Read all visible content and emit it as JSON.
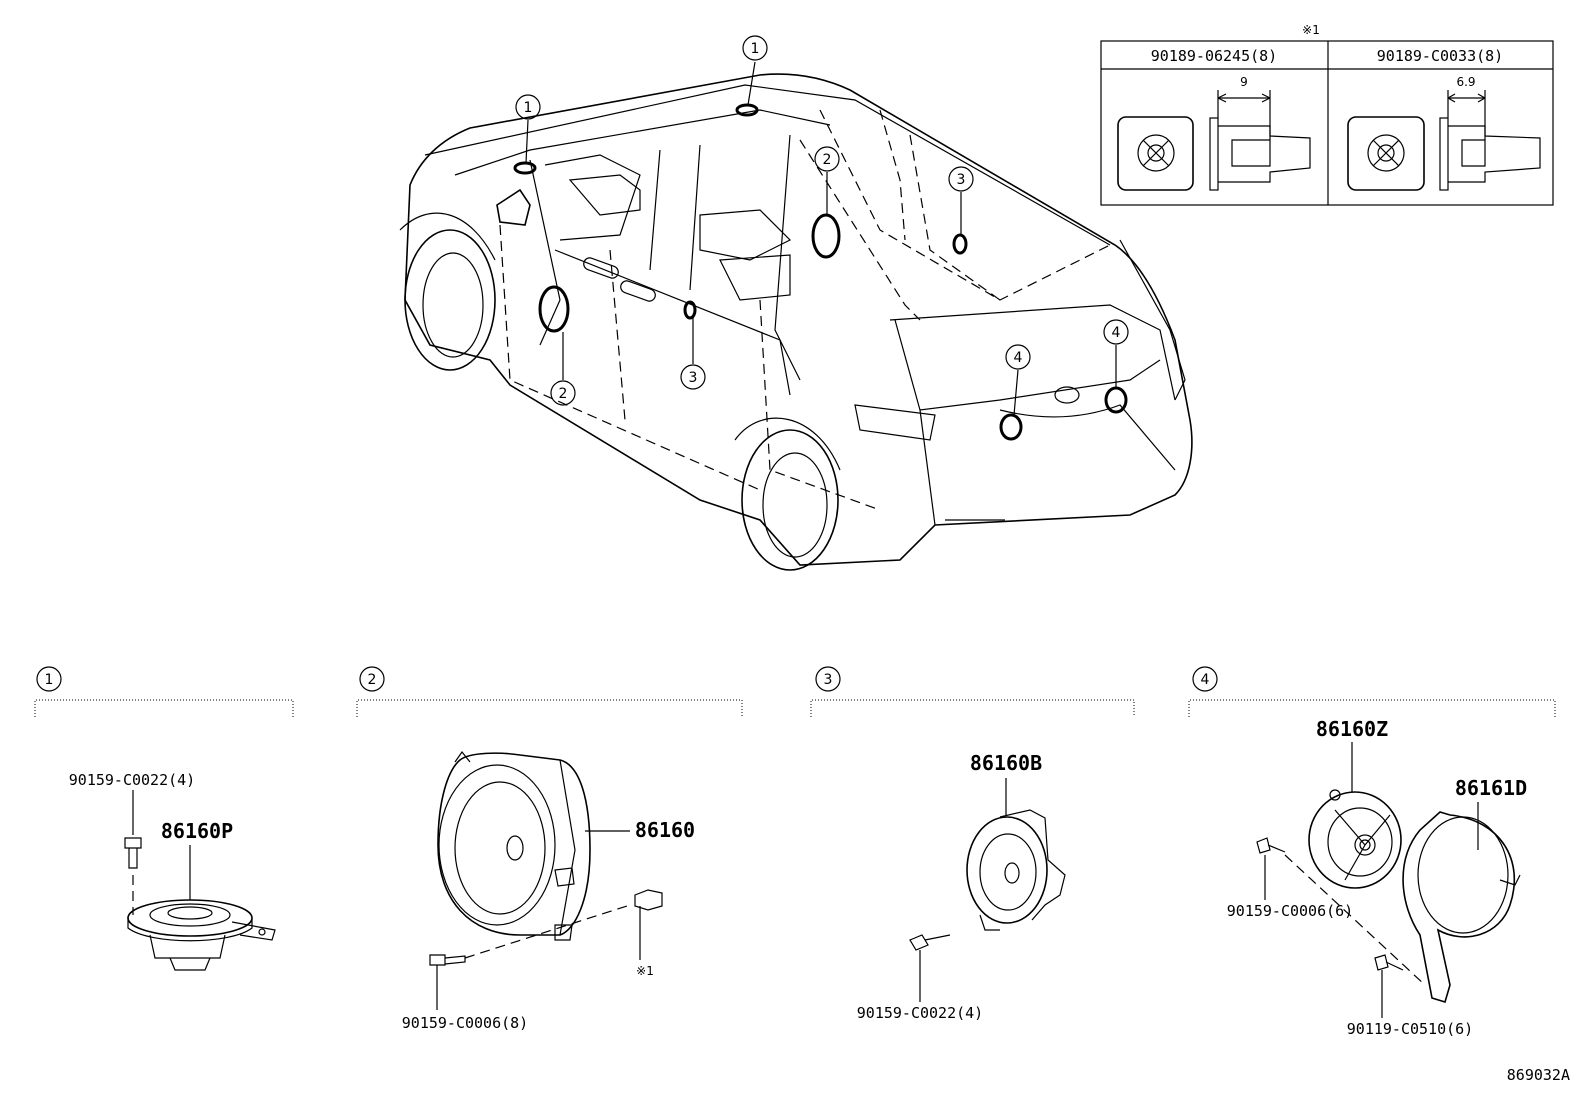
{
  "diagram_code": "869032A",
  "clip_table": {
    "note_mark": "※1",
    "columns": [
      {
        "part_number": "90189-06245(8)",
        "dimension": "9"
      },
      {
        "part_number": "90189-C0033(8)",
        "dimension": "6.9"
      }
    ]
  },
  "vehicle_callouts": [
    "1",
    "1",
    "2",
    "2",
    "3",
    "3",
    "4",
    "4"
  ],
  "sections": [
    {
      "number": "1",
      "parts": [
        "90159-C0022(4)",
        "86160P"
      ]
    },
    {
      "number": "2",
      "parts": [
        "86160",
        "90159-C0006(8)",
        "※1"
      ]
    },
    {
      "number": "3",
      "parts": [
        "86160B",
        "90159-C0022(4)"
      ]
    },
    {
      "number": "4",
      "parts": [
        "86160Z",
        "86161D",
        "90159-C0006(6)",
        "90119-C0510(6)"
      ]
    }
  ]
}
